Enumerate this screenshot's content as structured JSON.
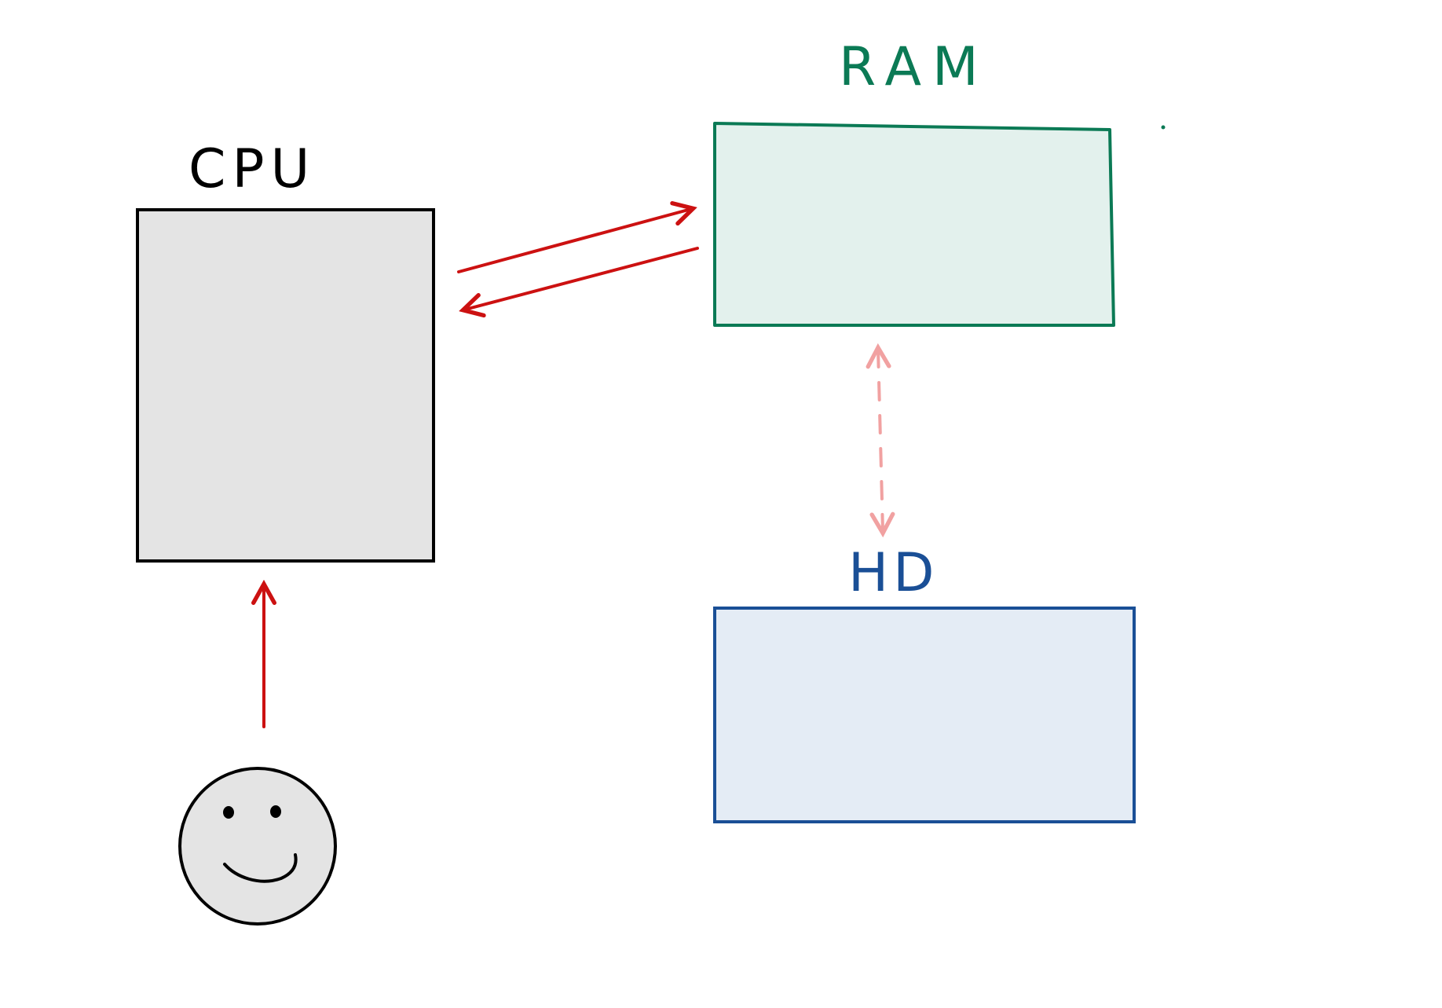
{
  "labels": {
    "cpu": "CPU",
    "ram": "RAM",
    "hd": "HD"
  },
  "colors": {
    "cpu_stroke": "#000000",
    "cpu_fill": "#e4e4e4",
    "ram_stroke": "#0b7a55",
    "ram_fill": "#e3f1ed",
    "hd_stroke": "#1a4f96",
    "hd_fill": "#e4ecf5",
    "arrow_red": "#cc1111",
    "arrow_pink": "#f1a1a1",
    "face_fill": "#e4e4e4",
    "face_stroke": "#000000"
  },
  "icons": {
    "user": "smiley-face-icon"
  }
}
